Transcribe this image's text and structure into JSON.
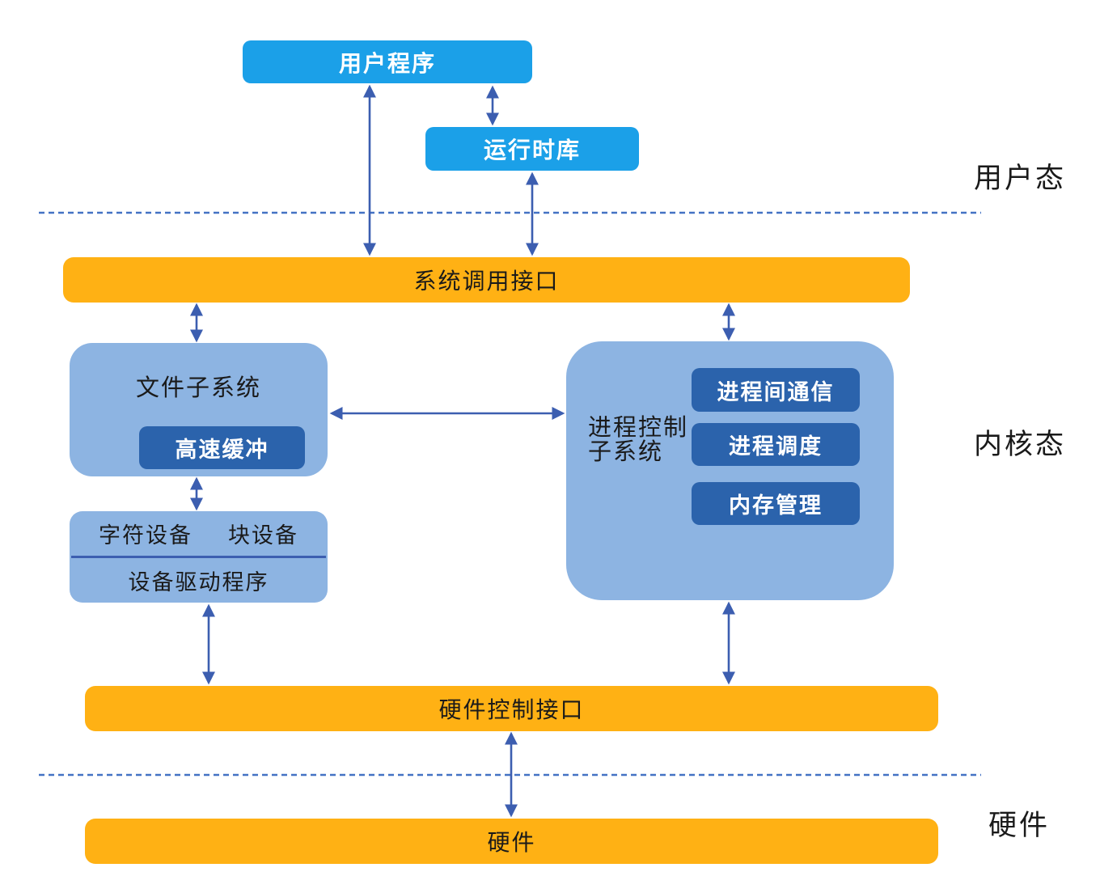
{
  "diagram": {
    "type": "os-architecture-diagram",
    "regions": {
      "user_mode_label": "用户态",
      "kernel_mode_label": "内核态",
      "hardware_region_label": "硬件"
    },
    "nodes": {
      "user_program": "用户程序",
      "runtime_library": "运行时库",
      "syscall_interface": "系统调用接口",
      "file_subsystem": "文件子系统",
      "buffer_cache": "高速缓冲",
      "char_device": "字符设备",
      "block_device": "块设备",
      "device_driver": "设备驱动程序",
      "process_subsystem": "进程控制\n子系统",
      "ipc": "进程间通信",
      "process_scheduler": "进程调度",
      "memory_management": "内存管理",
      "hw_control_interface": "硬件控制接口",
      "hardware": "硬件"
    },
    "colors": {
      "bright_blue": "#1BA0E8",
      "light_blue": "#8DB4E2",
      "dark_blue": "#2B63AC",
      "orange": "#FFB114",
      "arrow_blue": "#3C5EB0",
      "dash_blue": "#4472C4",
      "text_dark": "#1A1A1A",
      "text_white": "#FFFFFF"
    }
  }
}
